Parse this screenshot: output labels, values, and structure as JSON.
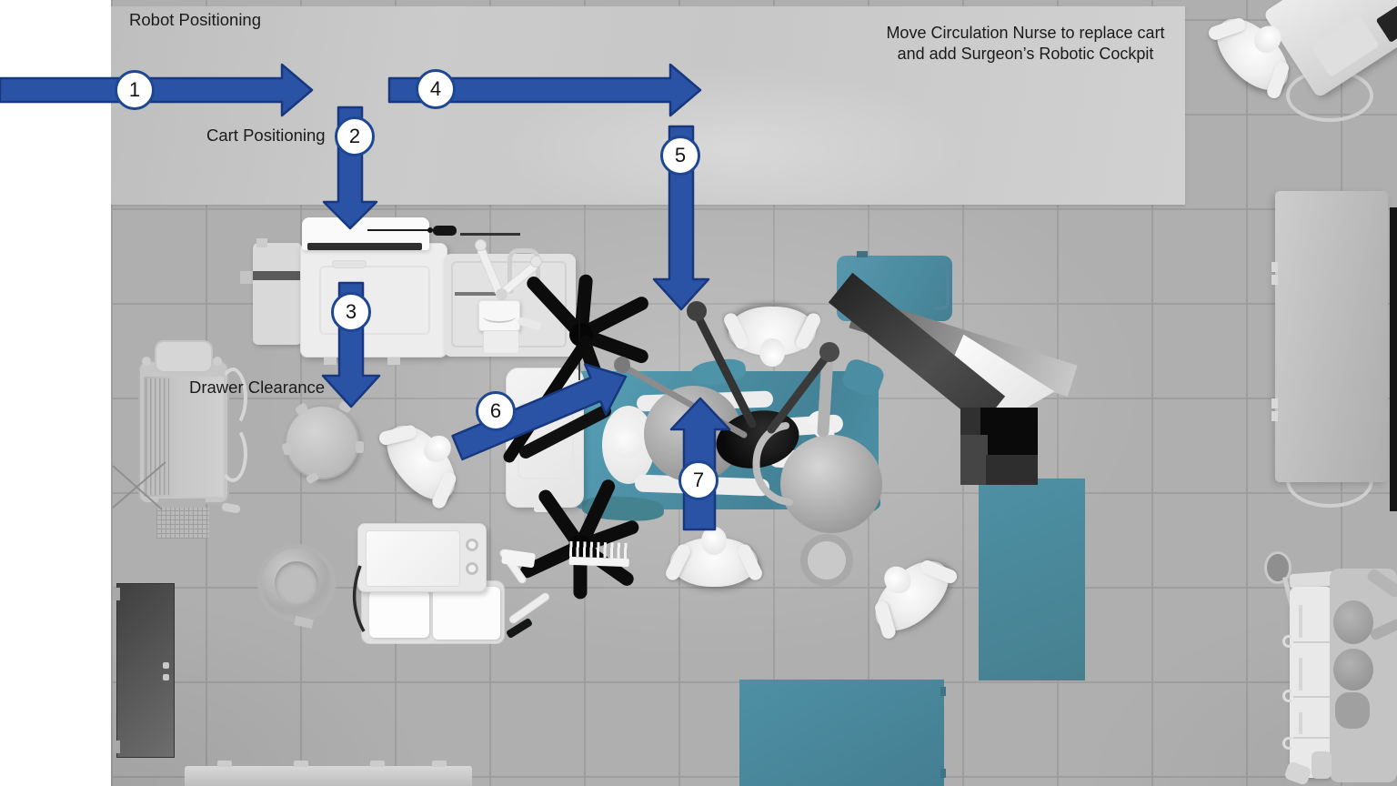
{
  "diagram": {
    "labels": {
      "robot_positioning": "Robot Positioning",
      "cart_positioning": "Cart Positioning",
      "drawer_clearance": "Drawer Clearance"
    },
    "instruction": {
      "line1": "Move Circulation Nurse to replace cart",
      "line2": "and add Surgeon’s Robotic Cockpit"
    },
    "steps": [
      "1",
      "2",
      "3",
      "4",
      "5",
      "6",
      "7"
    ],
    "colors": {
      "arrow_fill": "#2B53A5",
      "arrow_outline": "#17377F",
      "badge_border": "#1D4693",
      "teal_equipment": "#4C8EA3",
      "floor_tile": "#AFAFAF",
      "floor_grout": "#9E9E9E",
      "upper_zone": "#C9C9C9"
    }
  }
}
